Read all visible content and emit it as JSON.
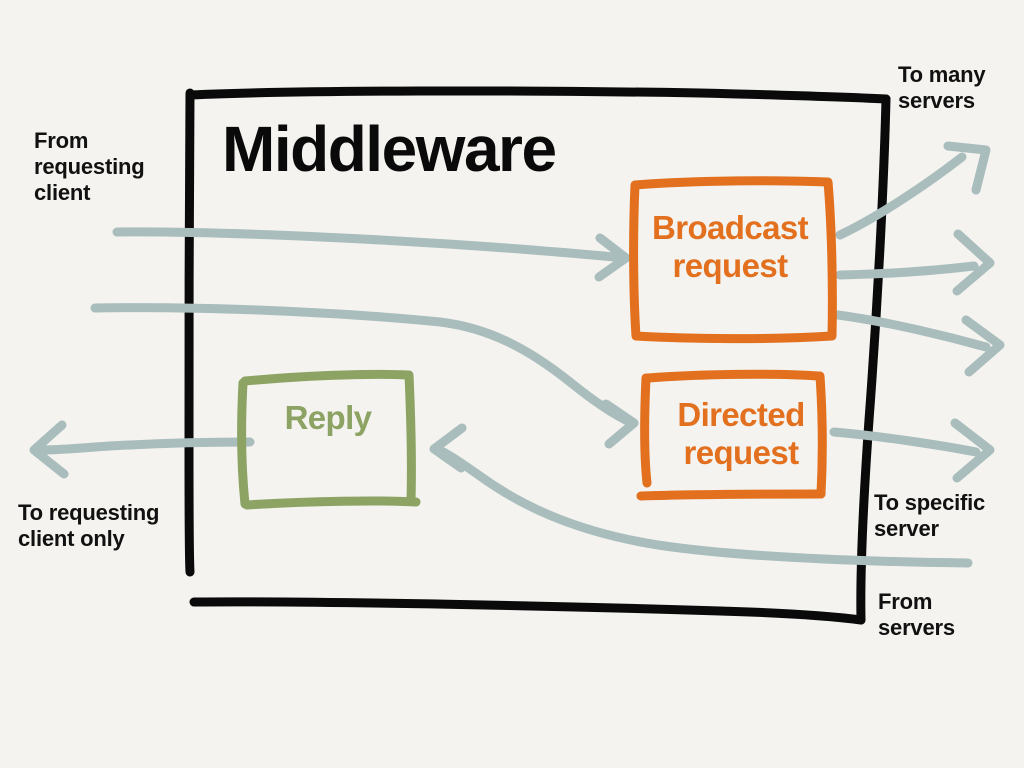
{
  "diagram": {
    "title": "Middleware",
    "style": "hand-drawn sketch",
    "background_color": "#F4F3EF",
    "ink_color": "#0A0A0A",
    "arrow_color": "#A9BDBD",
    "orange_color": "#E2701E",
    "green_color": "#8CA364"
  },
  "container": {
    "label": "Middleware",
    "border_color": "#0A0A0A"
  },
  "nodes": [
    {
      "id": "broadcast",
      "label_line1": "Broadcast",
      "label_line2": "request",
      "color": "#E2701E"
    },
    {
      "id": "directed",
      "label_line1": "Directed",
      "label_line2": "request",
      "color": "#E2701E"
    },
    {
      "id": "reply",
      "label_line1": "Reply",
      "label_line2": "",
      "color": "#8CA364"
    }
  ],
  "annotations": {
    "from_requesting_client": "From\nrequesting\nclient",
    "to_requesting_client_only": "To requesting\nclient only",
    "to_many_servers": "To many\nservers",
    "to_specific_server": "To specific\nserver",
    "from_servers": "From\nservers"
  },
  "flows": [
    {
      "from": "requesting client",
      "to": "broadcast",
      "direction": "right"
    },
    {
      "from": "requesting client",
      "to": "directed",
      "direction": "right"
    },
    {
      "from": "broadcast",
      "to": "many servers",
      "direction": "right",
      "count": 3
    },
    {
      "from": "directed",
      "to": "specific server",
      "direction": "right",
      "count": 1
    },
    {
      "from": "servers",
      "to": "reply",
      "direction": "left"
    },
    {
      "from": "reply",
      "to": "requesting client",
      "direction": "left"
    }
  ]
}
